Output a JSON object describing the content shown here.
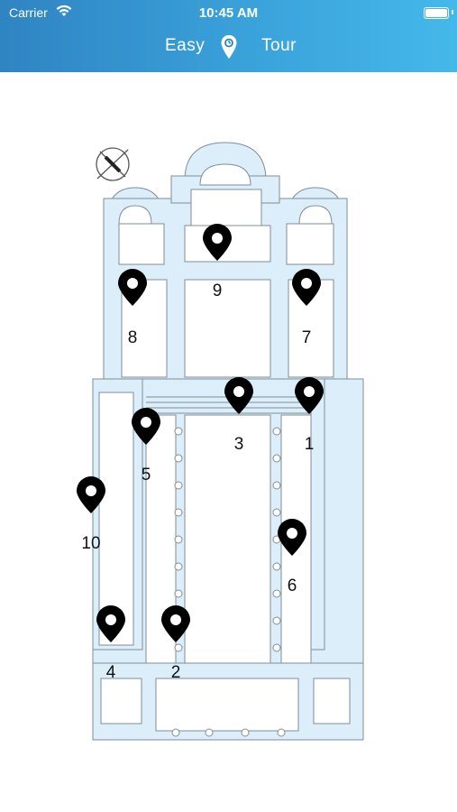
{
  "status": {
    "carrier": "Carrier",
    "time": "10:45 AM"
  },
  "nav": {
    "left": "Easy",
    "right": "Tour"
  },
  "colors": {
    "header_start": "#2f84c2",
    "header_end": "#45b8ea",
    "plan_fill": "#dbeef9",
    "plan_stroke": "#7f8f99",
    "marker": "#000000"
  },
  "markers": [
    {
      "label": "9",
      "icon": "map-pin-icon"
    },
    {
      "label": "8",
      "icon": "map-pin-icon"
    },
    {
      "label": "7",
      "icon": "map-pin-icon"
    },
    {
      "label": "3",
      "icon": "map-pin-icon"
    },
    {
      "label": "1",
      "icon": "map-pin-icon"
    },
    {
      "label": "5",
      "icon": "map-pin-icon"
    },
    {
      "label": "10",
      "icon": "map-pin-icon"
    },
    {
      "label": "6",
      "icon": "map-pin-icon"
    },
    {
      "label": "4",
      "icon": "map-pin-icon"
    },
    {
      "label": "2",
      "icon": "map-pin-icon"
    }
  ]
}
